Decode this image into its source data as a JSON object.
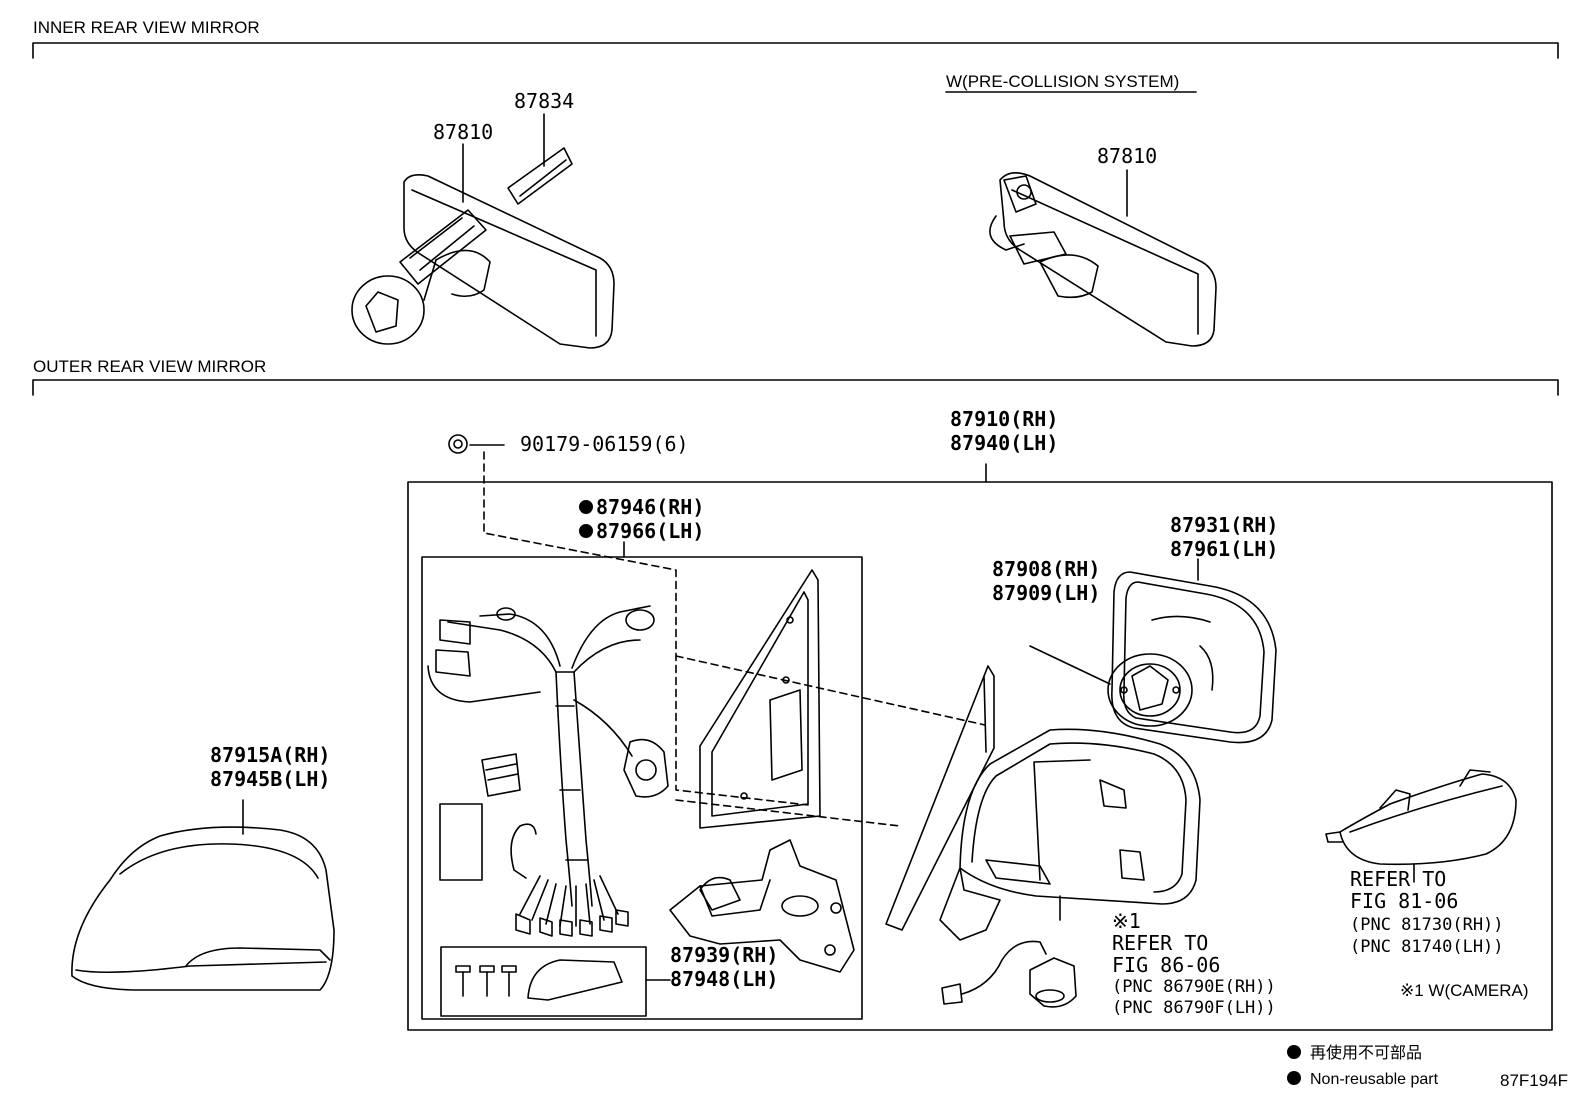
{
  "sections": {
    "inner": "INNER REAR VIEW MIRROR",
    "outer": "OUTER REAR VIEW MIRROR"
  },
  "variant_label": "W(PRE-COLLISION SYSTEM)",
  "parts": {
    "p87834": "87834",
    "p87810a": "87810",
    "p87810b": "87810",
    "screw": "90179-06159(6)",
    "assy_rh": "87910(RH)",
    "assy_lh": "87940(LH)",
    "harn_rh": "87946(RH)",
    "harn_lh": "87966(LH)",
    "glass_rh": "87931(RH)",
    "glass_lh": "87961(LH)",
    "motor_rh": "87908(RH)",
    "motor_lh": "87909(LH)",
    "cover_rh": "87915A(RH)",
    "cover_lh": "87945B(LH)",
    "base_rh": "87939(RH)",
    "base_lh": "87948(LH)"
  },
  "refs": {
    "camera_mark": "※1",
    "camera_l1": "REFER TO",
    "camera_l2": "FIG 86-06",
    "camera_l3": "(PNC 86790E(RH))",
    "camera_l4": "(PNC 86790F(LH))",
    "lamp_l1": "REFER TO",
    "lamp_l2": "FIG 81-06",
    "lamp_l3": "(PNC 81730(RH))",
    "lamp_l4": "(PNC 81740(LH))",
    "camera_note": "※1 W(CAMERA)"
  },
  "legend": {
    "jp": "再使用不可部品",
    "en": "Non-reusable part"
  },
  "figure_id": "87F194F"
}
